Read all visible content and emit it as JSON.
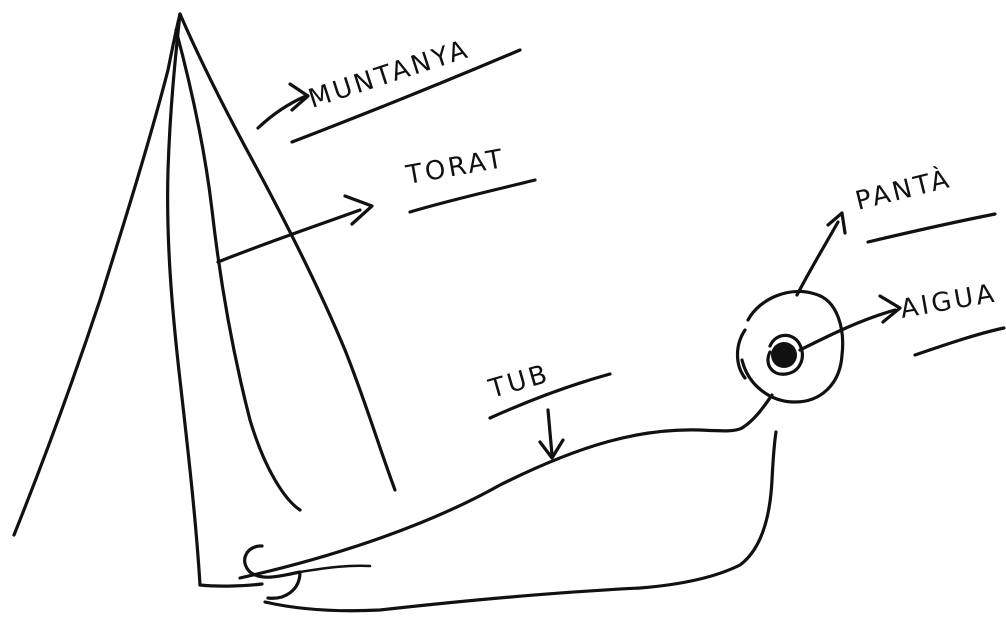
{
  "labels": {
    "mountain": "MUNTANYA",
    "hole": "TORAT",
    "reservoir": "PANTÀ",
    "water": "AIGUA",
    "tube": "TUB"
  },
  "colors": {
    "ink": "#111111",
    "paper": "#ffffff"
  }
}
